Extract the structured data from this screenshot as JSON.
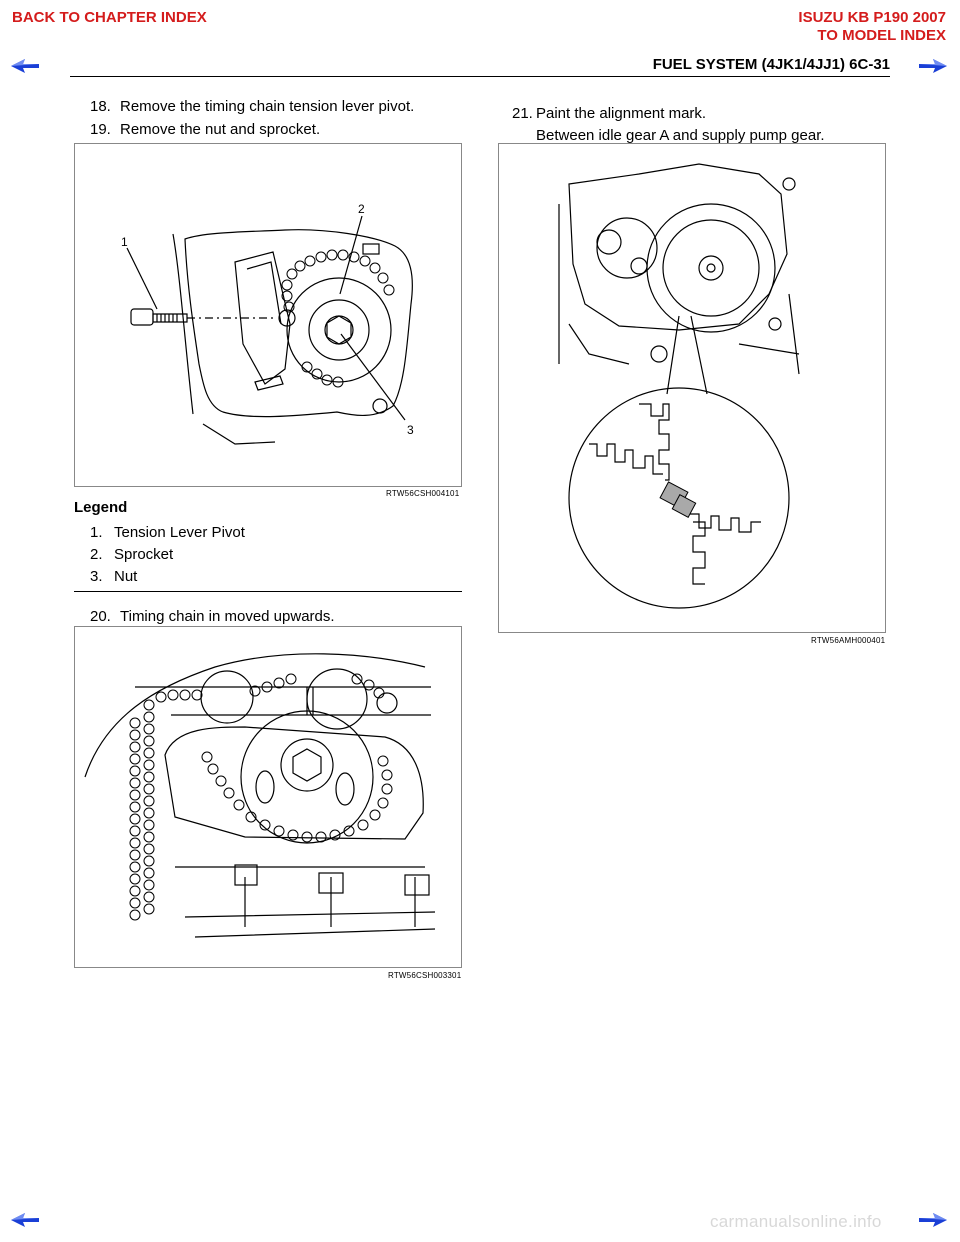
{
  "nav": {
    "back_to_chapter": "BACK TO CHAPTER INDEX",
    "model_line1": "ISUZU KB P190 2007",
    "model_line2": "TO MODEL INDEX"
  },
  "header": {
    "title": "FUEL SYSTEM (4JK1/4JJ1)  6C-31"
  },
  "left": {
    "step18": {
      "num": "18.",
      "text": "Remove the timing chain tension lever pivot."
    },
    "step19": {
      "num": "19.",
      "text": "Remove the nut and sprocket."
    },
    "fig1": {
      "code": "RTW56CSH004101",
      "callouts": [
        "1",
        "2",
        "3"
      ]
    },
    "legend": {
      "title": "Legend",
      "items": [
        {
          "num": "1.",
          "text": "Tension Lever Pivot"
        },
        {
          "num": "2.",
          "text": "Sprocket"
        },
        {
          "num": "3.",
          "text": "Nut"
        }
      ]
    },
    "step20": {
      "num": "20.",
      "text": "Timing chain in moved upwards."
    },
    "fig2": {
      "code": "RTW56CSH003301"
    }
  },
  "right": {
    "step21": {
      "num": "21.",
      "text": "Paint the alignment mark.",
      "sub": "Between idle gear A and supply pump gear."
    },
    "fig3": {
      "code": "RTW56AMH000401"
    }
  },
  "footer": {
    "watermark": "carmanualsonline.info"
  },
  "colors": {
    "nav_red": "#d41c1c",
    "arrow_blue": "#1a3fd6"
  }
}
